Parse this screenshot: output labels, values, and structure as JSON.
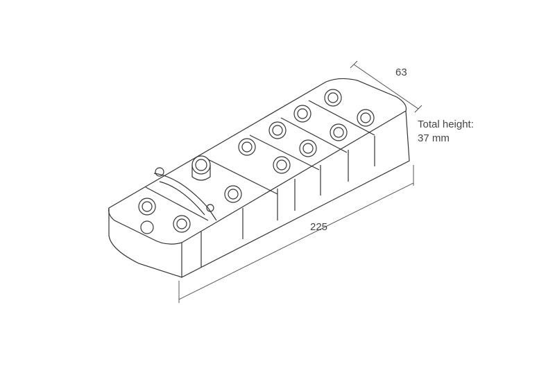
{
  "dimensions": {
    "width_label": "63",
    "length_label": "225",
    "height_title": "Total height:",
    "height_value": "37 mm"
  },
  "colors": {
    "line": "#333333",
    "text": "#444444"
  }
}
